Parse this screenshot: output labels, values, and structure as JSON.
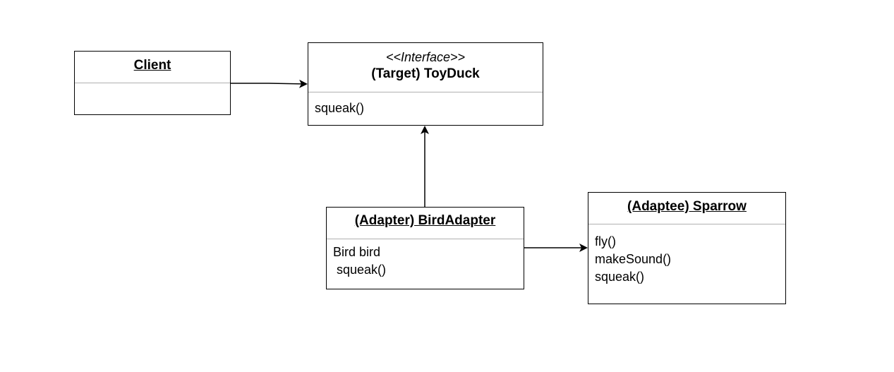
{
  "client": {
    "name": "Client"
  },
  "target": {
    "stereotype": "<<Interface>>",
    "name": "(Target) ToyDuck",
    "members": [
      "squeak()"
    ]
  },
  "adapter": {
    "name": "(Adapter) BirdAdapter",
    "members": [
      "Bird bird",
      " squeak()"
    ]
  },
  "adaptee": {
    "name": "(Adaptee) Sparrow",
    "members": [
      "fly()",
      "makeSound()",
      "squeak()"
    ]
  },
  "colors": {
    "line": "#000000",
    "divider": "#b0b0b0",
    "background": "#ffffff"
  }
}
